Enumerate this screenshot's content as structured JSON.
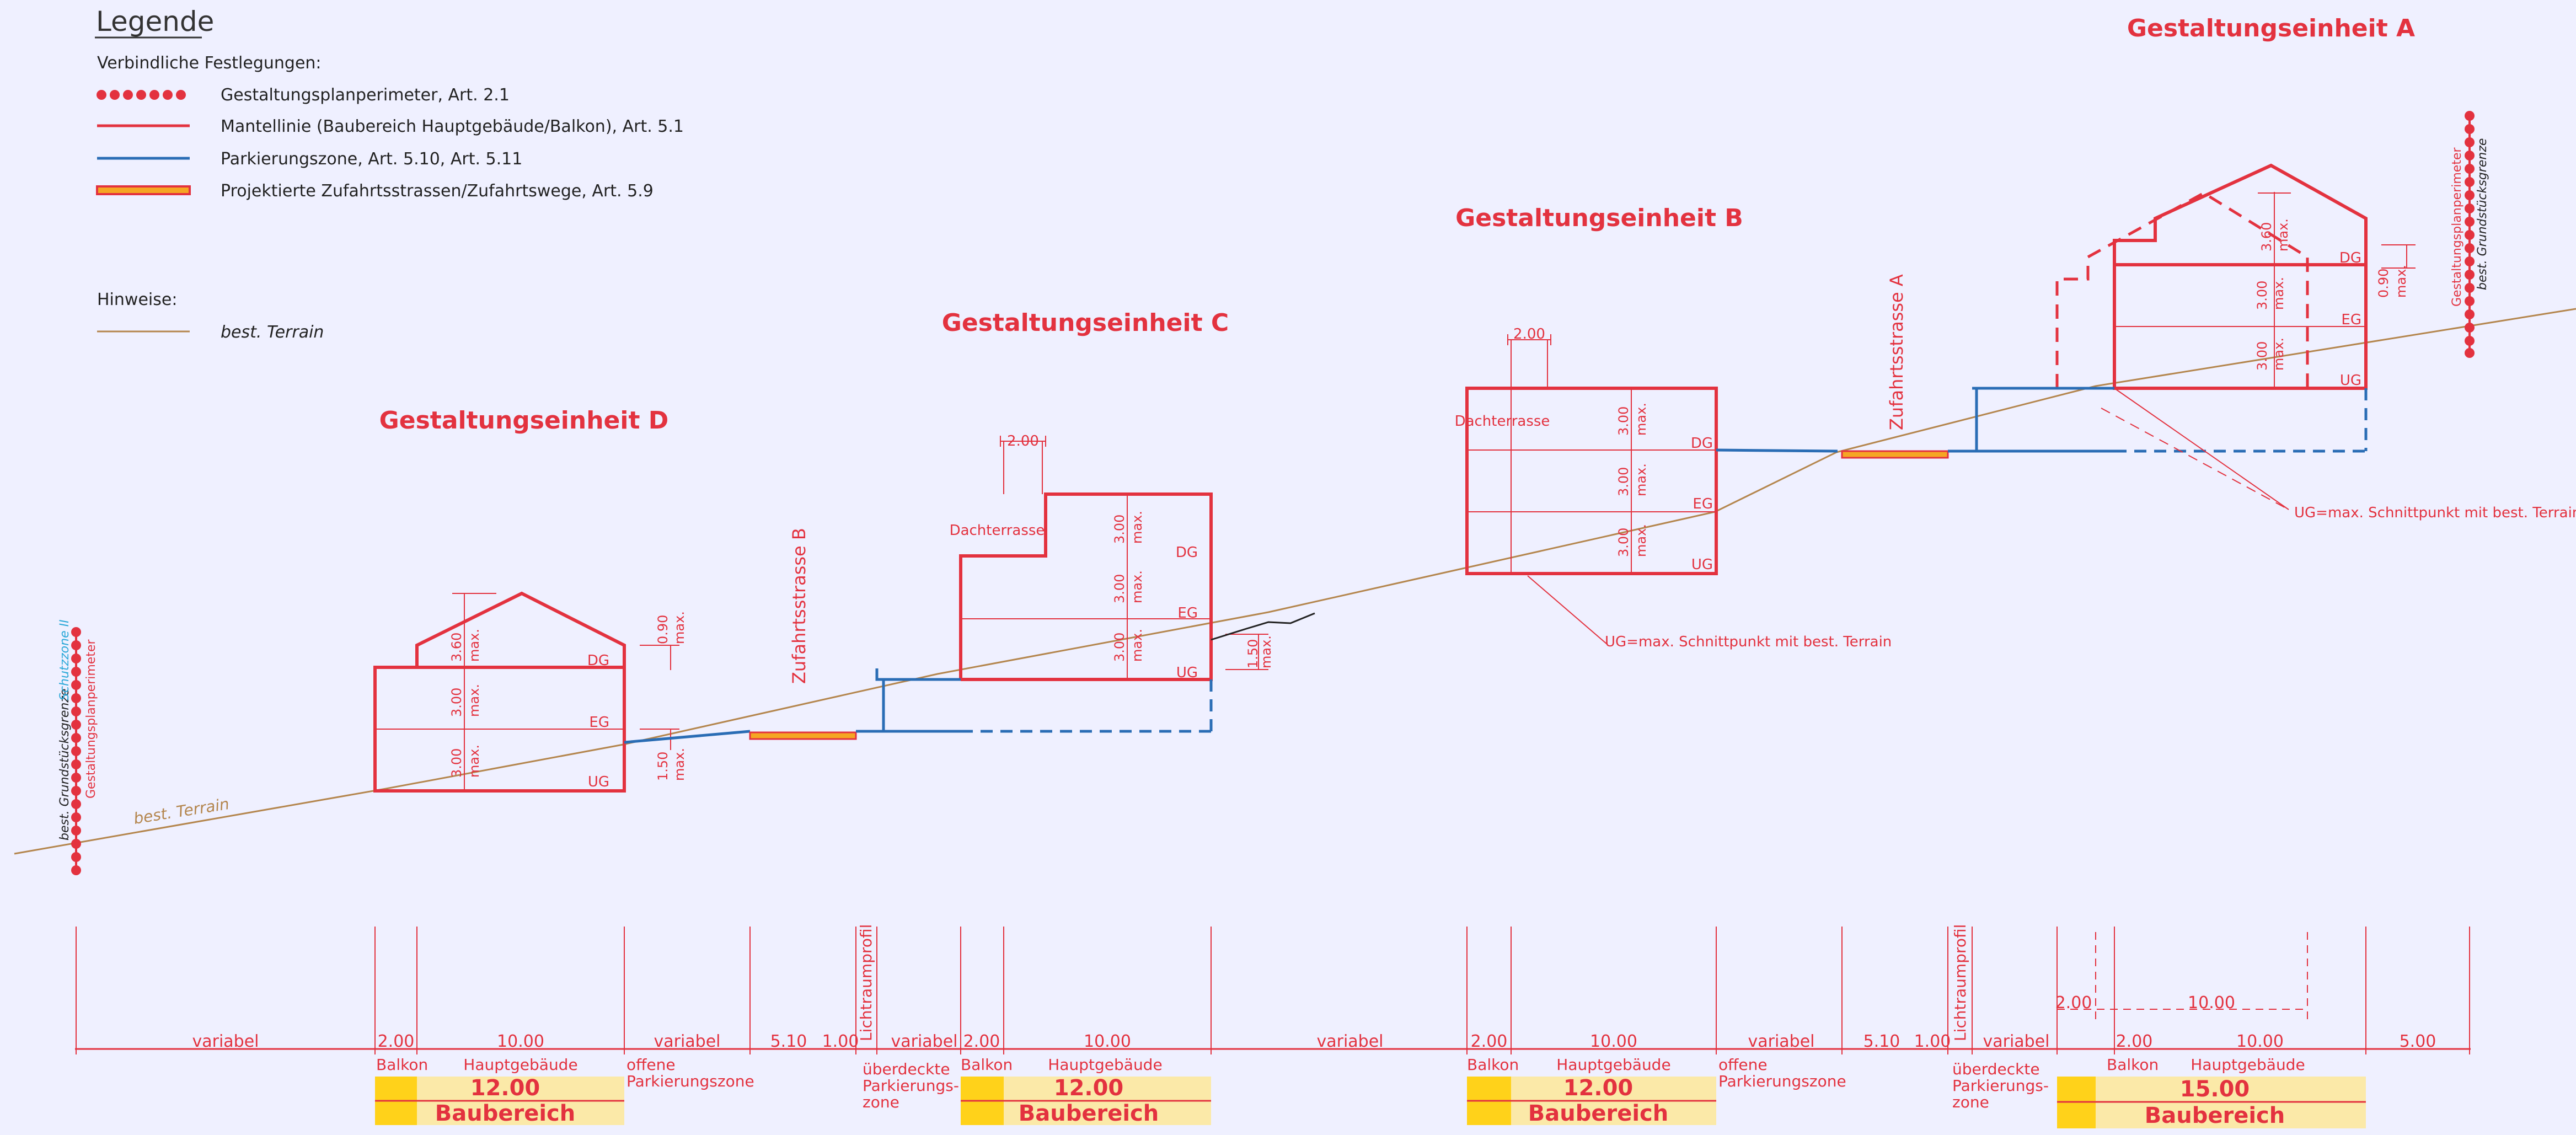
{
  "colors": {
    "paper": "#eff0ff",
    "red": "#e3323f",
    "blue": "#2a6db5",
    "terrain": "#b4864e",
    "ink": "#222222",
    "yellow_band": "#fbe9a8",
    "yellow_box": "#ffd21a",
    "orange": "#f5a623",
    "skyblue": "#2aa8d8"
  },
  "legend": {
    "title": "Legende",
    "binding_heading": "Verbindliche Festlegungen:",
    "items": [
      {
        "icon": "dotted-perimeter-line",
        "label": "Gestaltungsplanperimeter, Art. 2.1"
      },
      {
        "icon": "red-line",
        "label": "Mantellinie (Baubereich Hauptgebäude/Balkon), Art. 5.1"
      },
      {
        "icon": "blue-line",
        "label": "Parkierungszone, Art. 5.10, Art. 5.11"
      },
      {
        "icon": "orange-road",
        "label": "Projektierte Zufahrtsstrassen/Zufahrtswege, Art. 5.9"
      }
    ],
    "notes_heading": "Hinweise:",
    "terrain_label": "best. Terrain"
  },
  "units": {
    "A": "Gestaltungseinheit A",
    "B": "Gestaltungseinheit B",
    "C": "Gestaltungseinheit C",
    "D": "Gestaltungseinheit D"
  },
  "floors": {
    "dg": "DG",
    "eg": "EG",
    "ug": "UG"
  },
  "heights": {
    "h300": "3.00",
    "h360": "3.60",
    "h090": "0.90",
    "h150": "1.50",
    "max": "max."
  },
  "labels": {
    "dachterrasse": "Dachterrasse",
    "w200": "2.00",
    "zufahrt_a": "Zufahrtsstrasse A",
    "zufahrt_b": "Zufahrtsstrasse B",
    "ug_note": "UG=max. Schnittpunkt mit best. Terrain",
    "terrain": "best. Terrain",
    "perimeter_left_1": "best. Grundstücksgrenze",
    "perimeter_left_2": "Schutzzone II",
    "perimeter_left_3": "Gestaltungsplanperimeter",
    "perimeter_right_1": "Gestaltungsplanperimeter",
    "perimeter_right_2": "best. Grundstücksgrenze",
    "lichtraumprofil": "Lichtraumprofil"
  },
  "dims": {
    "variabel": "variabel",
    "d200": "2.00",
    "d1000": "10.00",
    "d510": "5.10",
    "d100": "1.00",
    "d500": "5.00",
    "balkon": "Balkon",
    "hauptgebaeude": "Hauptgebäude",
    "offene": "offene",
    "parkierungszone": "Parkierungszone",
    "ueberdeckte": "überdeckte",
    "parkierungs": "Parkierungs-",
    "zone": "zone",
    "d1200": "12.00",
    "d1500": "15.00",
    "baubereich": "Baubereich"
  }
}
